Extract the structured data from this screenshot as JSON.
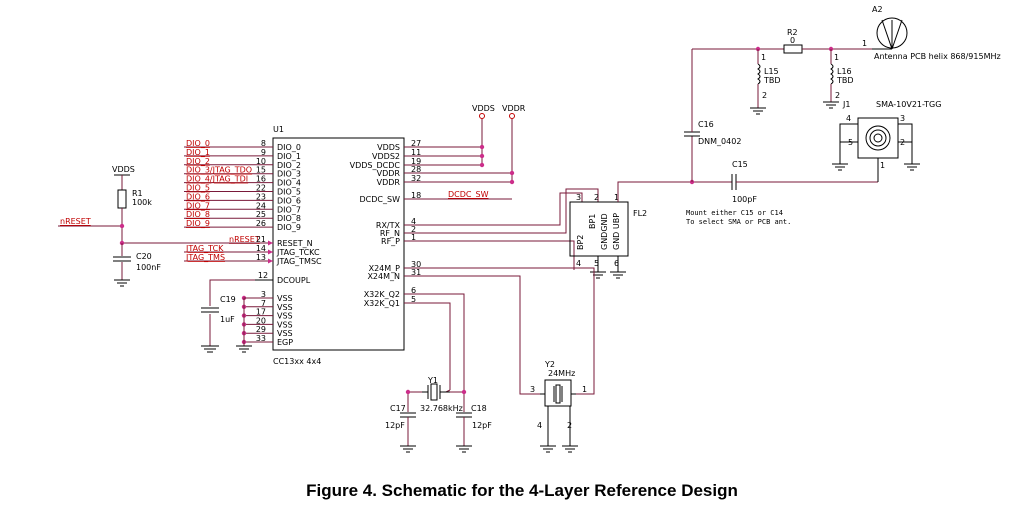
{
  "caption": "Figure 4. Schematic for the 4-Layer Reference Design",
  "u1": {
    "ref": "U1",
    "part": "CC13xx 4x4",
    "left_pins": [
      {
        "num": "8",
        "name": "DIO_0",
        "net": "DIO_0"
      },
      {
        "num": "9",
        "name": "DIO_1",
        "net": "DIO_1"
      },
      {
        "num": "10",
        "name": "DIO_2",
        "net": "DIO_2"
      },
      {
        "num": "15",
        "name": "DIO_3",
        "net": "DIO_3/JTAG_TDO"
      },
      {
        "num": "16",
        "name": "DIO_4",
        "net": "DIO_4/JTAG_TDI"
      },
      {
        "num": "22",
        "name": "DIO_5",
        "net": "DIO_5"
      },
      {
        "num": "23",
        "name": "DIO_6",
        "net": "DIO_6"
      },
      {
        "num": "24",
        "name": "DIO_7",
        "net": "DIO_7"
      },
      {
        "num": "25",
        "name": "DIO_8",
        "net": "DIO_8"
      },
      {
        "num": "26",
        "name": "DIO_9",
        "net": "DIO_9"
      }
    ],
    "ctrl_pins": [
      {
        "num": "21",
        "name": "RESET_N",
        "net": "nRESET"
      },
      {
        "num": "14",
        "name": "JTAG_TCKC",
        "net": "JTAG_TCK"
      },
      {
        "num": "13",
        "name": "JTAG_TMSC",
        "net": "JTAG_TMS"
      }
    ],
    "dcoupl": {
      "num": "12",
      "name": "DCOUPL"
    },
    "vss_pins": [
      {
        "num": "3",
        "name": "VSS"
      },
      {
        "num": "7",
        "name": "VSS"
      },
      {
        "num": "17",
        "name": "VSS"
      },
      {
        "num": "20",
        "name": "VSS"
      },
      {
        "num": "29",
        "name": "VSS"
      },
      {
        "num": "33",
        "name": "EGP"
      }
    ],
    "right_pins": [
      {
        "num": "27",
        "name": "VDDS"
      },
      {
        "num": "11",
        "name": "VDDS2"
      },
      {
        "num": "19",
        "name": "VDDS_DCDC"
      },
      {
        "num": "28",
        "name": "VDDR"
      },
      {
        "num": "32",
        "name": "VDDR"
      },
      {
        "num": "18",
        "name": "DCDC_SW"
      },
      {
        "num": "4",
        "name": "RX/TX"
      },
      {
        "num": "2",
        "name": "RF_N"
      },
      {
        "num": "1",
        "name": "RF_P"
      },
      {
        "num": "30",
        "name": "X24M_P"
      },
      {
        "num": "31",
        "name": "X24M_N"
      },
      {
        "num": "6",
        "name": "X32K_Q2"
      },
      {
        "num": "5",
        "name": "X32K_Q1"
      }
    ]
  },
  "nets": {
    "vdds": "VDDS",
    "vddr": "VDDR",
    "dcdc_sw": "DCDC_SW",
    "nreset": "nRESET"
  },
  "r1": {
    "ref": "R1",
    "value": "100k",
    "supply": "VDDS"
  },
  "c20": {
    "ref": "C20",
    "value": "100nF"
  },
  "c19": {
    "ref": "C19",
    "value": "1uF"
  },
  "y1": {
    "ref": "Y1",
    "value": "32.768kHz"
  },
  "c17": {
    "ref": "C17",
    "value": "12pF"
  },
  "c18": {
    "ref": "C18",
    "value": "12pF"
  },
  "y2": {
    "ref": "Y2",
    "value": "24MHz",
    "pins": [
      "1",
      "2",
      "3",
      "4"
    ]
  },
  "fl2": {
    "ref": "FL2",
    "labels": [
      "BP2",
      "BP1",
      "GNDGND",
      "GND UBP"
    ],
    "pins": [
      "1",
      "2",
      "3",
      "4",
      "5",
      "6"
    ]
  },
  "c16": {
    "ref": "C16",
    "value": "DNM_0402"
  },
  "c15": {
    "ref": "C15",
    "value": "100pF"
  },
  "mount_note": [
    "Mount either C15 or C14",
    "To select SMA or PCB ant."
  ],
  "r2": {
    "ref": "R2",
    "value": "0"
  },
  "l15": {
    "ref": "L15",
    "value": "TBD"
  },
  "l16": {
    "ref": "L16",
    "value": "TBD"
  },
  "a2": {
    "ref": "A2",
    "desc": "Antenna PCB helix 868/915MHz"
  },
  "j1": {
    "ref": "J1",
    "desc": "SMA-10V21-TGG",
    "pins": [
      "1",
      "2",
      "3",
      "4",
      "5"
    ]
  },
  "pin_one": "1",
  "pin_two": "2"
}
